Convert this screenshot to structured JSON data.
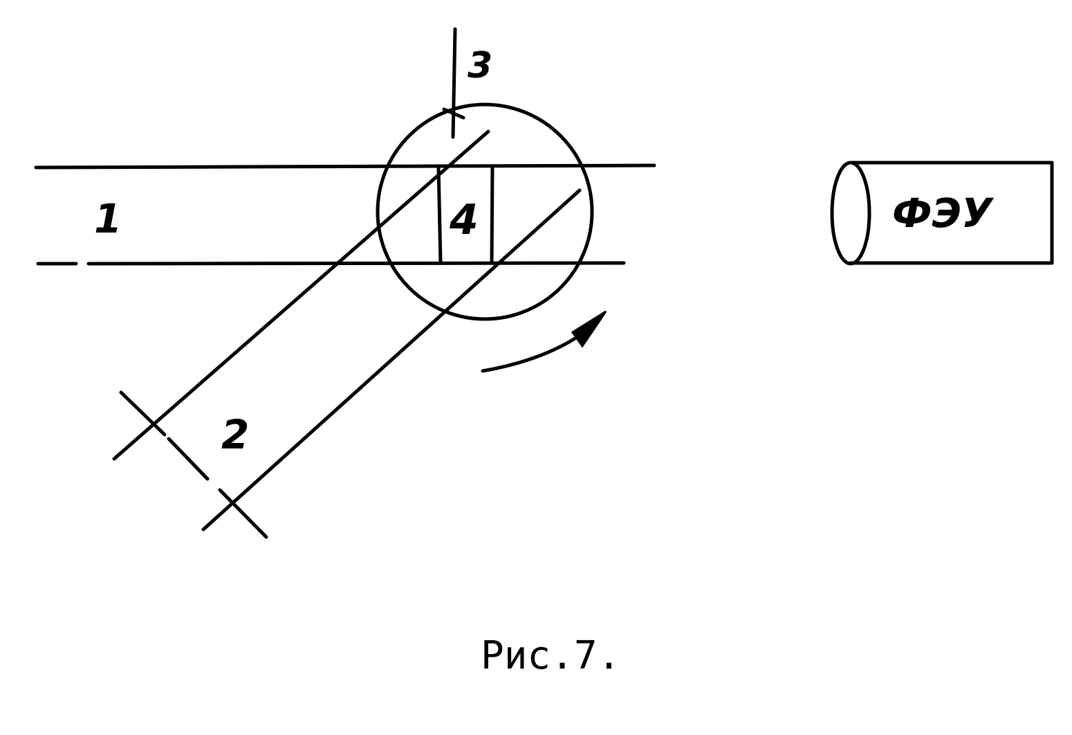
{
  "labels": {
    "channel_1": "1",
    "channel_2": "2",
    "channel_3": "3",
    "zone_4": "4",
    "detector": "ФЭУ"
  },
  "caption": "Рис.7.",
  "colors": {
    "ink": "#000000",
    "paper": "#ffffff"
  }
}
